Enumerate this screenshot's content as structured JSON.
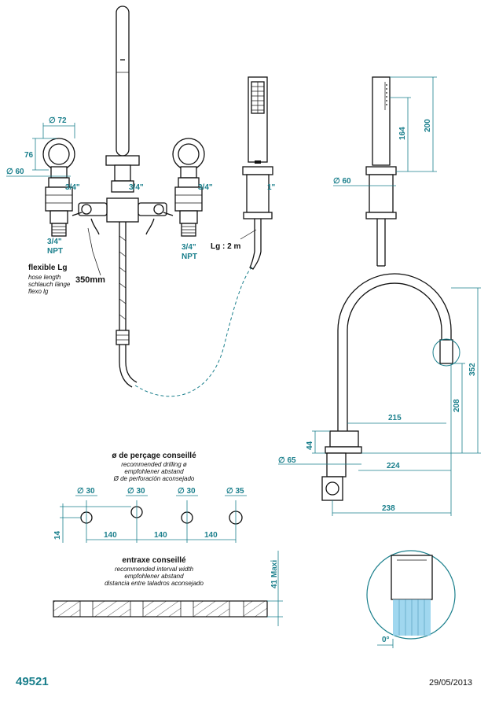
{
  "labels": {
    "d72": "∅ 72",
    "d76": "76",
    "d60a": "∅ 60",
    "t34a": "3/4\"",
    "t34b": "3/4\"",
    "t34c": "3/4\"",
    "t1": "1\"",
    "npt1a": "3/4\"",
    "npt1b": "NPT",
    "npt2a": "3/4\"",
    "npt2b": "NPT",
    "flex_title": "flexible Lg",
    "flex_l1": "hose length",
    "flex_l2": "schlauch länge",
    "flex_l3": "flexo lg",
    "mm350": "350mm",
    "lg2m": "Lg : 2 m",
    "d164": "164",
    "d200": "200",
    "d60b": "∅ 60",
    "d352": "352",
    "d208": "208",
    "d215": "215",
    "d44": "44",
    "d65": "∅ 65",
    "d224": "224",
    "d238": "238",
    "drill_title": "ø de perçage conseillé",
    "drill_l1": "recommended drilling ø",
    "drill_l2": "empfohlener abstand",
    "drill_l3": "Ø de perforación aconsejado",
    "h30a": "∅ 30",
    "h30b": "∅ 30",
    "h30c": "∅ 30",
    "h35": "∅ 35",
    "d14": "14",
    "s140a": "140",
    "s140b": "140",
    "s140c": "140",
    "ent_title": "entraxe conseillé",
    "ent_l1": "recommended interval width",
    "ent_l2": "empfohlener abstand",
    "ent_l3": "distancia entre taladros aconsejado",
    "maxi": "41 Maxi",
    "zero": "0°"
  },
  "footer": {
    "reference": "49521",
    "date": "29/05/2013"
  },
  "colors": {
    "dimension": "#1a7f8c",
    "outline": "#111111",
    "highlight": "#8fd0ec"
  }
}
